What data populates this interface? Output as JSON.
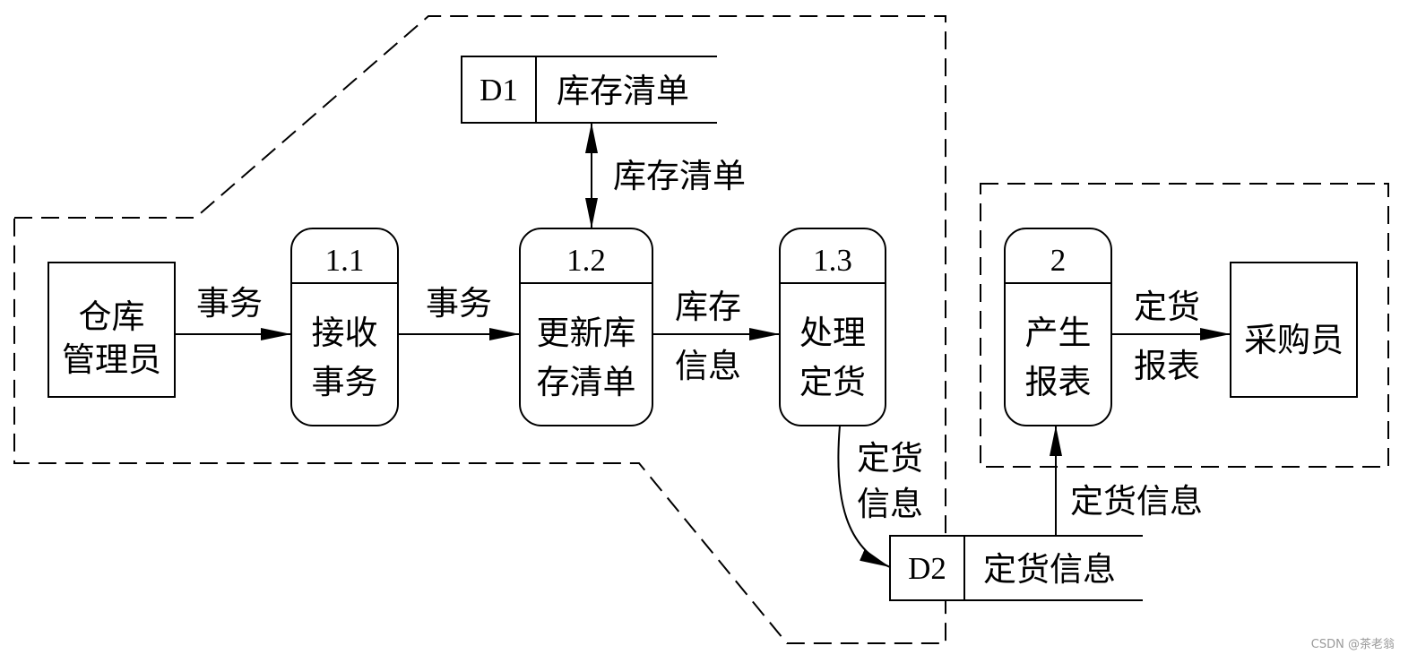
{
  "diagram": {
    "external_entities": {
      "warehouse_manager": {
        "lines": [
          "仓库",
          "管理员"
        ]
      },
      "purchaser": {
        "lines": [
          "采购员"
        ]
      }
    },
    "processes": [
      {
        "number": "1.1",
        "lines": [
          "接收",
          "事务"
        ]
      },
      {
        "number": "1.2",
        "lines": [
          "更新库",
          "存清单"
        ]
      },
      {
        "number": "1.3",
        "lines": [
          "处理",
          "定货"
        ]
      },
      {
        "number": "2",
        "lines": [
          "产生",
          "报表"
        ]
      }
    ],
    "data_stores": [
      {
        "id": "D1",
        "name": "库存清单"
      },
      {
        "id": "D2",
        "name": "定货信息"
      }
    ],
    "data_flows": [
      {
        "lines": [
          "事务"
        ]
      },
      {
        "lines": [
          "事务"
        ]
      },
      {
        "lines": [
          "库存清单"
        ]
      },
      {
        "lines": [
          "库存",
          "信息"
        ]
      },
      {
        "lines": [
          "定货",
          "信息"
        ]
      },
      {
        "lines": [
          "定货信息"
        ]
      },
      {
        "lines": [
          "定货",
          "报表"
        ]
      }
    ]
  },
  "watermark": "CSDN @茶老翁",
  "colors": {
    "stroke": "#000000",
    "background": "#ffffff",
    "watermark": "#999999"
  }
}
